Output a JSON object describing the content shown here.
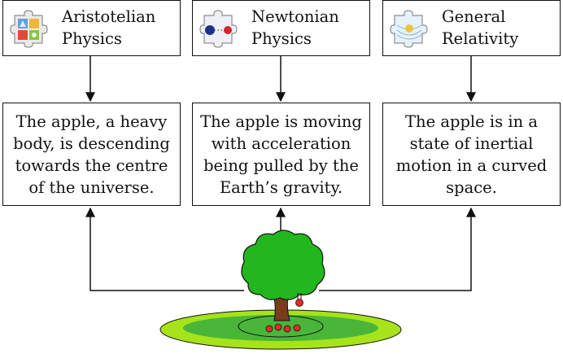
{
  "columns": [
    {
      "title": "Aristotelian\nPhysics",
      "icon": "puzzle-elements-icon",
      "description": "The apple, a heavy\nbody, is descending\ntowards the centre\nof the universe."
    },
    {
      "title": "Newtonian\nPhysics",
      "icon": "puzzle-masses-icon",
      "description": "The apple is moving\nwith acceleration\nbeing pulled by the\nEarth’s gravity."
    },
    {
      "title": "General\nRelativity",
      "icon": "puzzle-curved-space-icon",
      "description": "The apple is in a\nstate of inertial\nmotion in a curved\nspace."
    }
  ],
  "colors": {
    "border": "#111111",
    "tree_foliage": "#22b61f",
    "tree_trunk": "#7a3b1c",
    "ground_light": "#a6e31a",
    "ground_dark": "#49b63a",
    "apple": "#e32b2b"
  }
}
